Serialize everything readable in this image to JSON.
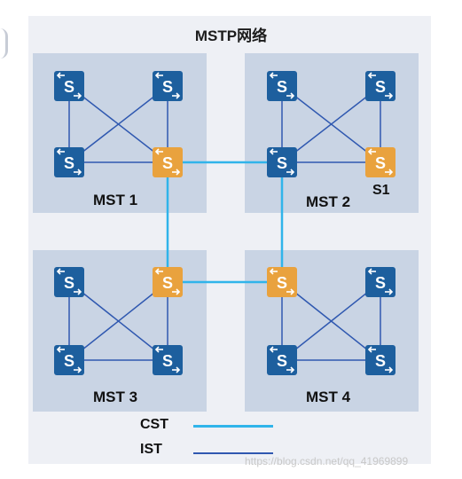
{
  "title": "MSTP网络",
  "regions": [
    {
      "label": "MST 1"
    },
    {
      "label": "MST 2"
    },
    {
      "label": "MST 3"
    },
    {
      "label": "MST 4"
    }
  ],
  "switch_text": "S",
  "root_label": "S1",
  "legend": {
    "cst": {
      "label": "CST",
      "color": "#30b4ea"
    },
    "ist": {
      "label": "IST",
      "color": "#2f58b0"
    }
  },
  "colors": {
    "switch_blue": "#1d5f9e",
    "switch_orange": "#e9a23e",
    "region_fill": "#c9d4e4",
    "frame_fill": "#eef0f5"
  },
  "watermark": "https://blog.csdn.net/qq_41969899"
}
